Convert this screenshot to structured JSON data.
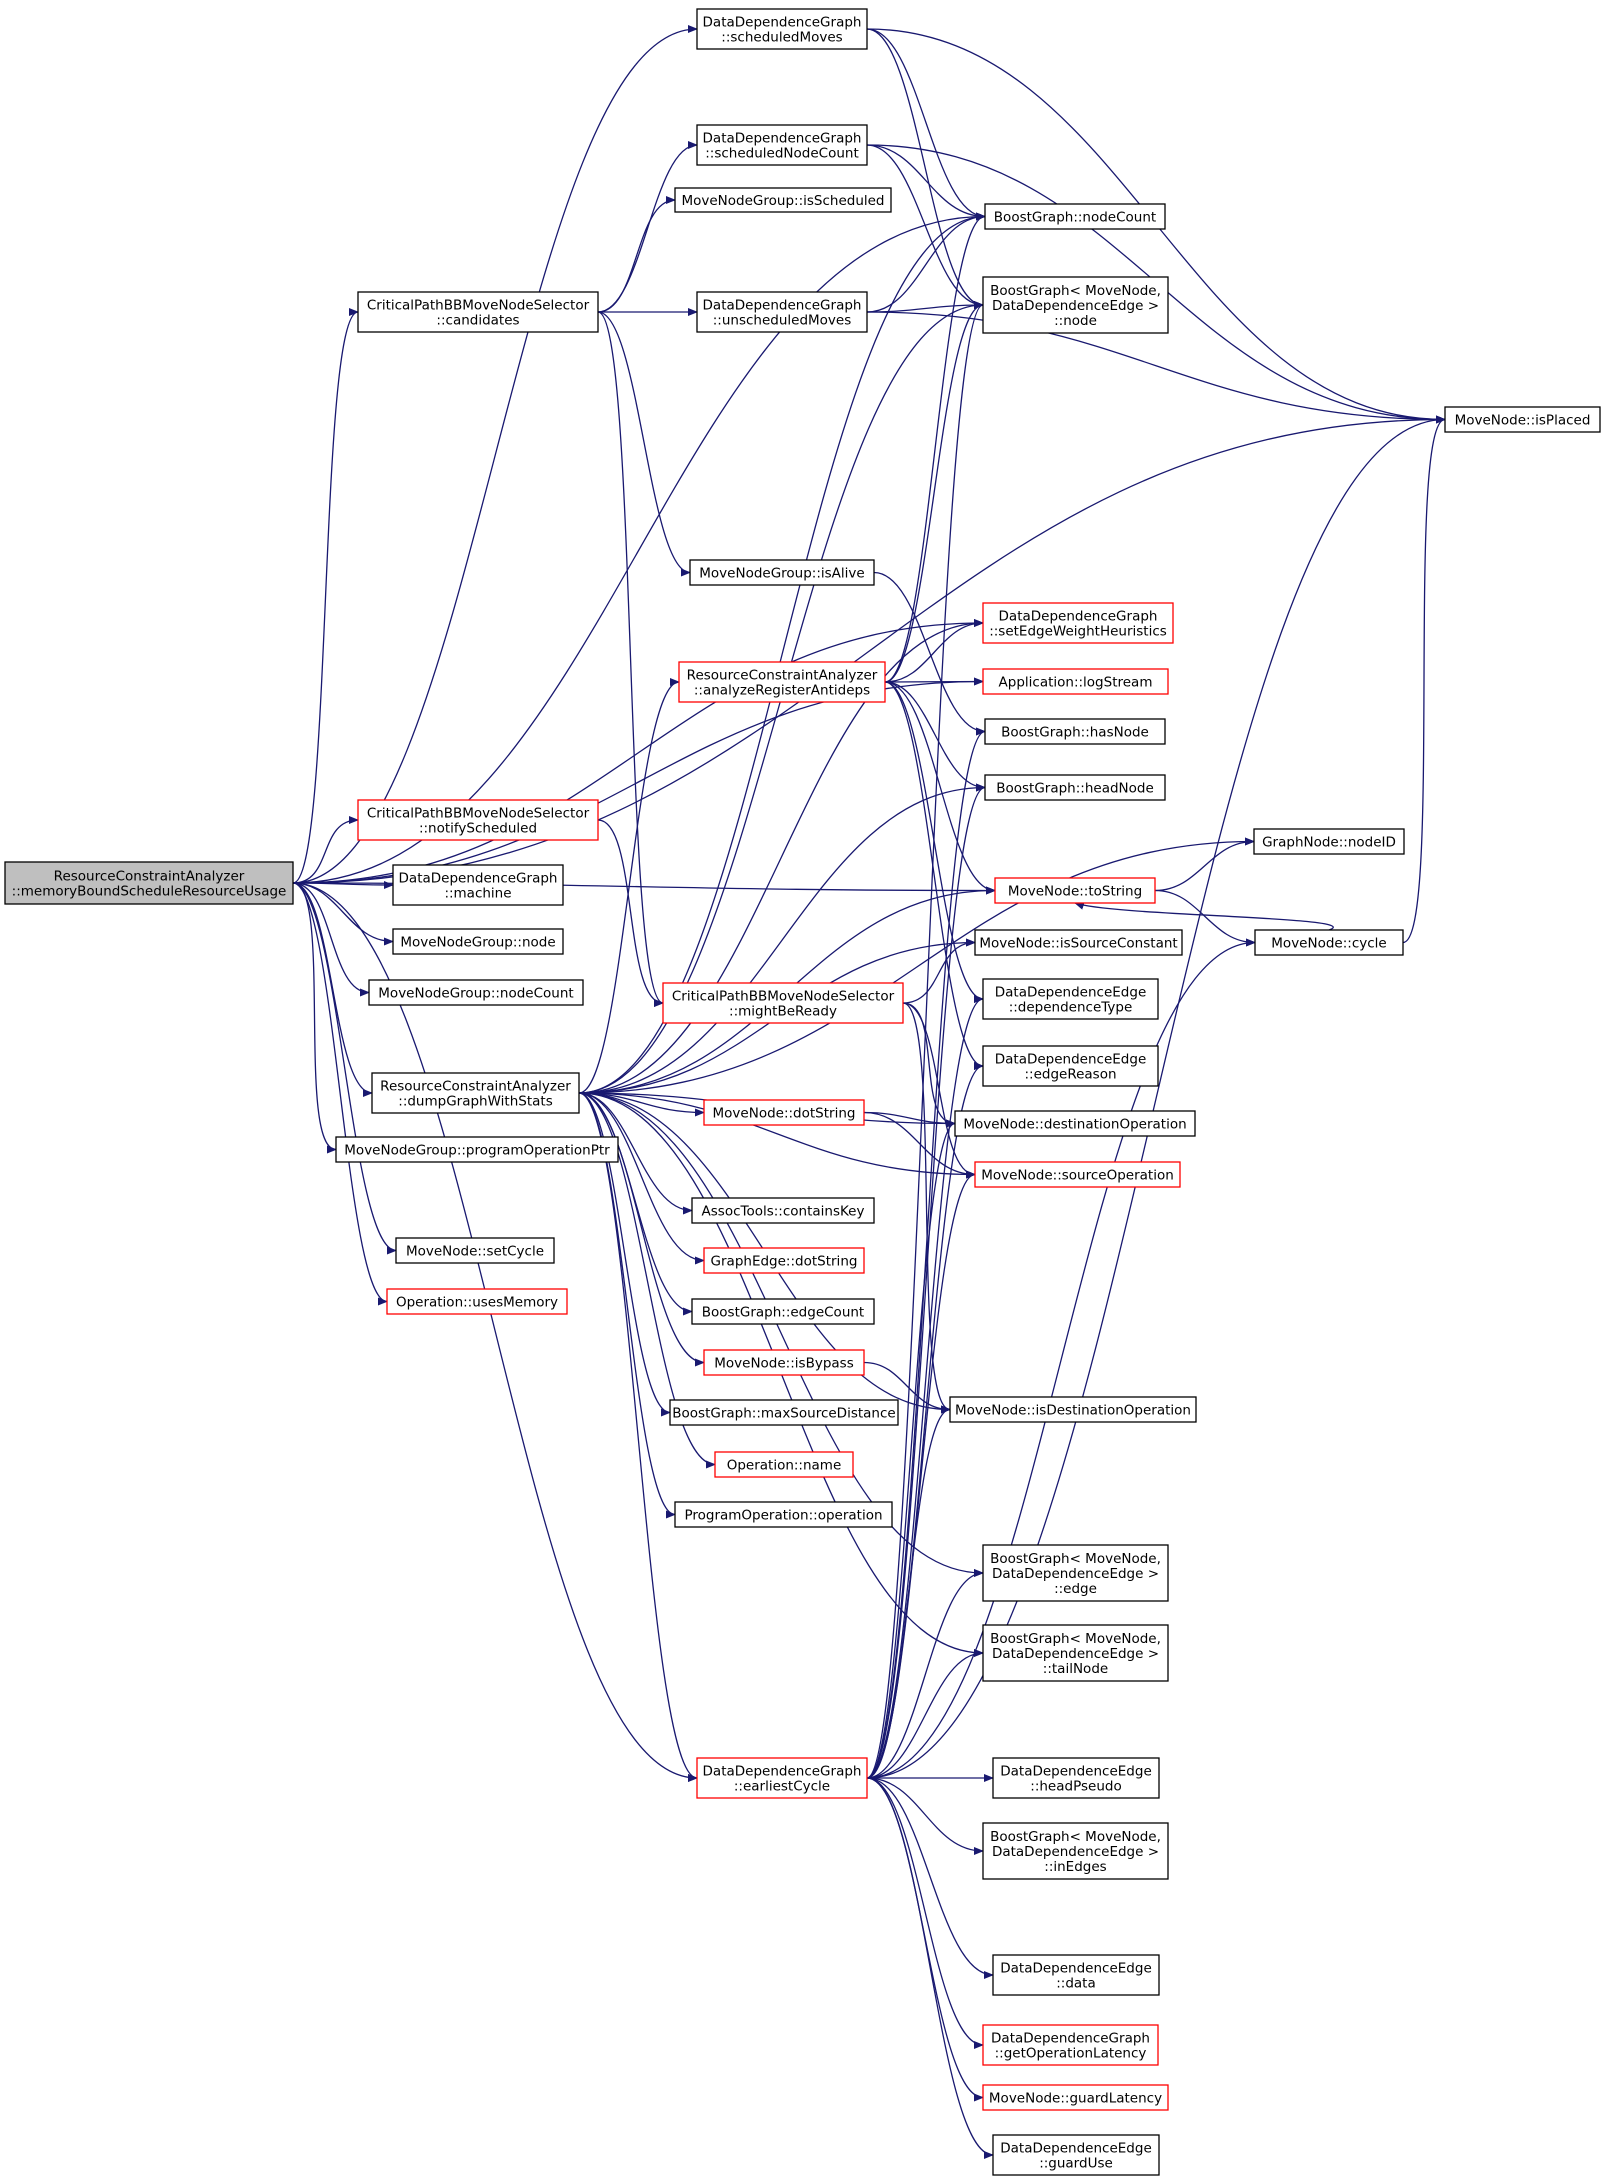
{
  "graph": {
    "root": "ResourceConstraintAnalyzer::memoryBoundScheduleResourceUsage",
    "nodes": [
      {
        "id": "root",
        "lines": [
          "ResourceConstraintAnalyzer",
          "::memoryBoundScheduleResourceUsage"
        ],
        "style": "root"
      },
      {
        "id": "ddg_scheduledMoves",
        "lines": [
          "DataDependenceGraph",
          "::scheduledMoves"
        ],
        "style": "black"
      },
      {
        "id": "ddg_scheduledNodeCount",
        "lines": [
          "DataDependenceGraph",
          "::scheduledNodeCount"
        ],
        "style": "black"
      },
      {
        "id": "mng_isScheduled",
        "lines": [
          "MoveNodeGroup::isScheduled"
        ],
        "style": "black"
      },
      {
        "id": "bg_nodeCount",
        "lines": [
          "BoostGraph::nodeCount"
        ],
        "style": "black"
      },
      {
        "id": "cp_candidates",
        "lines": [
          "CriticalPathBBMoveNodeSelector",
          "::candidates"
        ],
        "style": "black"
      },
      {
        "id": "ddg_unscheduledMoves",
        "lines": [
          "DataDependenceGraph",
          "::unscheduledMoves"
        ],
        "style": "black"
      },
      {
        "id": "bg_node",
        "lines": [
          "BoostGraph< MoveNode,",
          "DataDependenceEdge >",
          "::node"
        ],
        "style": "black"
      },
      {
        "id": "mn_isPlaced",
        "lines": [
          "MoveNode::isPlaced"
        ],
        "style": "black"
      },
      {
        "id": "mng_isAlive",
        "lines": [
          "MoveNodeGroup::isAlive"
        ],
        "style": "black"
      },
      {
        "id": "ddg_setEdgeWeightHeuristics",
        "lines": [
          "DataDependenceGraph",
          "::setEdgeWeightHeuristics"
        ],
        "style": "red"
      },
      {
        "id": "rca_analyzeRegisterAntideps",
        "lines": [
          "ResourceConstraintAnalyzer",
          "::analyzeRegisterAntideps"
        ],
        "style": "red"
      },
      {
        "id": "app_logStream",
        "lines": [
          "Application::logStream"
        ],
        "style": "red"
      },
      {
        "id": "bg_hasNode",
        "lines": [
          "BoostGraph::hasNode"
        ],
        "style": "black"
      },
      {
        "id": "bg_headNode",
        "lines": [
          "BoostGraph::headNode"
        ],
        "style": "black"
      },
      {
        "id": "cp_notifyScheduled",
        "lines": [
          "CriticalPathBBMoveNodeSelector",
          "::notifyScheduled"
        ],
        "style": "red"
      },
      {
        "id": "gn_nodeID",
        "lines": [
          "GraphNode::nodeID"
        ],
        "style": "black"
      },
      {
        "id": "ddg_machine",
        "lines": [
          "DataDependenceGraph",
          "::machine"
        ],
        "style": "black"
      },
      {
        "id": "mn_toString",
        "lines": [
          "MoveNode::toString"
        ],
        "style": "red"
      },
      {
        "id": "mng_node",
        "lines": [
          "MoveNodeGroup::node"
        ],
        "style": "black"
      },
      {
        "id": "mn_isSourceConstant",
        "lines": [
          "MoveNode::isSourceConstant"
        ],
        "style": "black"
      },
      {
        "id": "mn_cycle",
        "lines": [
          "MoveNode::cycle"
        ],
        "style": "black"
      },
      {
        "id": "mng_nodeCount",
        "lines": [
          "MoveNodeGroup::nodeCount"
        ],
        "style": "black"
      },
      {
        "id": "cp_mightBeReady",
        "lines": [
          "CriticalPathBBMoveNodeSelector",
          "::mightBeReady"
        ],
        "style": "red"
      },
      {
        "id": "dde_dependenceType",
        "lines": [
          "DataDependenceEdge",
          "::dependenceType"
        ],
        "style": "black"
      },
      {
        "id": "rca_dumpGraphWithStats",
        "lines": [
          "ResourceConstraintAnalyzer",
          "::dumpGraphWithStats"
        ],
        "style": "black"
      },
      {
        "id": "dde_edgeReason",
        "lines": [
          "DataDependenceEdge",
          "::edgeReason"
        ],
        "style": "black"
      },
      {
        "id": "mn_dotString",
        "lines": [
          "MoveNode::dotString"
        ],
        "style": "red"
      },
      {
        "id": "mn_destinationOperation",
        "lines": [
          "MoveNode::destinationOperation"
        ],
        "style": "black"
      },
      {
        "id": "mng_programOperationPtr",
        "lines": [
          "MoveNodeGroup::programOperationPtr"
        ],
        "style": "black"
      },
      {
        "id": "mn_sourceOperation",
        "lines": [
          "MoveNode::sourceOperation"
        ],
        "style": "red"
      },
      {
        "id": "at_containsKey",
        "lines": [
          "AssocTools::containsKey"
        ],
        "style": "black"
      },
      {
        "id": "mn_setCycle",
        "lines": [
          "MoveNode::setCycle"
        ],
        "style": "black"
      },
      {
        "id": "ge_dotString",
        "lines": [
          "GraphEdge::dotString"
        ],
        "style": "red"
      },
      {
        "id": "op_usesMemory",
        "lines": [
          "Operation::usesMemory"
        ],
        "style": "red"
      },
      {
        "id": "bg_edgeCount",
        "lines": [
          "BoostGraph::edgeCount"
        ],
        "style": "black"
      },
      {
        "id": "mn_isBypass",
        "lines": [
          "MoveNode::isBypass"
        ],
        "style": "red"
      },
      {
        "id": "bg_maxSourceDistance",
        "lines": [
          "BoostGraph::maxSourceDistance"
        ],
        "style": "black"
      },
      {
        "id": "mn_isDestinationOperation",
        "lines": [
          "MoveNode::isDestinationOperation"
        ],
        "style": "black"
      },
      {
        "id": "op_name",
        "lines": [
          "Operation::name"
        ],
        "style": "red"
      },
      {
        "id": "po_operation",
        "lines": [
          "ProgramOperation::operation"
        ],
        "style": "black"
      },
      {
        "id": "bg_edge",
        "lines": [
          "BoostGraph< MoveNode,",
          "DataDependenceEdge >",
          "::edge"
        ],
        "style": "black"
      },
      {
        "id": "bg_tailNode",
        "lines": [
          "BoostGraph< MoveNode,",
          "DataDependenceEdge >",
          "::tailNode"
        ],
        "style": "black"
      },
      {
        "id": "ddg_earliestCycle",
        "lines": [
          "DataDependenceGraph",
          "::earliestCycle"
        ],
        "style": "red"
      },
      {
        "id": "dde_headPseudo",
        "lines": [
          "DataDependenceEdge",
          "::headPseudo"
        ],
        "style": "black"
      },
      {
        "id": "bg_inEdges",
        "lines": [
          "BoostGraph< MoveNode,",
          "DataDependenceEdge >",
          "::inEdges"
        ],
        "style": "black"
      },
      {
        "id": "dde_data",
        "lines": [
          "DataDependenceEdge",
          "::data"
        ],
        "style": "black"
      },
      {
        "id": "ddg_getOperationLatency",
        "lines": [
          "DataDependenceGraph",
          "::getOperationLatency"
        ],
        "style": "red"
      },
      {
        "id": "mn_guardLatency",
        "lines": [
          "MoveNode::guardLatency"
        ],
        "style": "red"
      },
      {
        "id": "dde_guardUse",
        "lines": [
          "DataDependenceEdge",
          "::guardUse"
        ],
        "style": "black"
      }
    ],
    "edges": [
      [
        "root",
        "ddg_scheduledMoves"
      ],
      [
        "root",
        "bg_nodeCount"
      ],
      [
        "root",
        "cp_candidates"
      ],
      [
        "root",
        "mn_isPlaced"
      ],
      [
        "root",
        "ddg_setEdgeWeightHeuristics"
      ],
      [
        "root",
        "app_logStream"
      ],
      [
        "root",
        "mn_toString"
      ],
      [
        "root",
        "cp_notifyScheduled"
      ],
      [
        "root",
        "ddg_machine"
      ],
      [
        "root",
        "mng_node"
      ],
      [
        "root",
        "mng_nodeCount"
      ],
      [
        "root",
        "rca_dumpGraphWithStats"
      ],
      [
        "root",
        "mng_programOperationPtr"
      ],
      [
        "root",
        "mn_setCycle"
      ],
      [
        "root",
        "op_usesMemory"
      ],
      [
        "root",
        "ddg_earliestCycle"
      ],
      [
        "ddg_scheduledMoves",
        "bg_nodeCount"
      ],
      [
        "ddg_scheduledMoves",
        "bg_node"
      ],
      [
        "ddg_scheduledMoves",
        "mn_isPlaced"
      ],
      [
        "ddg_scheduledNodeCount",
        "bg_nodeCount"
      ],
      [
        "ddg_scheduledNodeCount",
        "bg_node"
      ],
      [
        "ddg_scheduledNodeCount",
        "mn_isPlaced"
      ],
      [
        "cp_candidates",
        "ddg_scheduledNodeCount"
      ],
      [
        "cp_candidates",
        "mng_isScheduled"
      ],
      [
        "cp_candidates",
        "ddg_unscheduledMoves"
      ],
      [
        "cp_candidates",
        "mng_isAlive"
      ],
      [
        "cp_candidates",
        "cp_mightBeReady"
      ],
      [
        "ddg_unscheduledMoves",
        "bg_nodeCount"
      ],
      [
        "ddg_unscheduledMoves",
        "bg_node"
      ],
      [
        "ddg_unscheduledMoves",
        "mn_isPlaced"
      ],
      [
        "mng_isAlive",
        "bg_hasNode"
      ],
      [
        "rca_analyzeRegisterAntideps",
        "bg_nodeCount"
      ],
      [
        "rca_analyzeRegisterAntideps",
        "bg_node"
      ],
      [
        "rca_analyzeRegisterAntideps",
        "ddg_setEdgeWeightHeuristics"
      ],
      [
        "rca_analyzeRegisterAntideps",
        "app_logStream"
      ],
      [
        "rca_analyzeRegisterAntideps",
        "bg_headNode"
      ],
      [
        "rca_analyzeRegisterAntideps",
        "mn_toString"
      ],
      [
        "rca_analyzeRegisterAntideps",
        "dde_dependenceType"
      ],
      [
        "rca_analyzeRegisterAntideps",
        "dde_edgeReason"
      ],
      [
        "cp_notifyScheduled",
        "cp_mightBeReady"
      ],
      [
        "mn_toString",
        "gn_nodeID"
      ],
      [
        "mn_toString",
        "mn_cycle"
      ],
      [
        "mn_cycle",
        "mn_isPlaced"
      ],
      [
        "mn_cycle",
        "mn_toString"
      ],
      [
        "cp_mightBeReady",
        "mn_isSourceConstant"
      ],
      [
        "cp_mightBeReady",
        "mn_destinationOperation"
      ],
      [
        "cp_mightBeReady",
        "mn_sourceOperation"
      ],
      [
        "cp_mightBeReady",
        "mn_isDestinationOperation"
      ],
      [
        "rca_dumpGraphWithStats",
        "bg_nodeCount"
      ],
      [
        "rca_dumpGraphWithStats",
        "bg_node"
      ],
      [
        "rca_dumpGraphWithStats",
        "ddg_setEdgeWeightHeuristics"
      ],
      [
        "rca_dumpGraphWithStats",
        "rca_analyzeRegisterAntideps"
      ],
      [
        "rca_dumpGraphWithStats",
        "bg_headNode"
      ],
      [
        "rca_dumpGraphWithStats",
        "gn_nodeID"
      ],
      [
        "rca_dumpGraphWithStats",
        "mn_toString"
      ],
      [
        "rca_dumpGraphWithStats",
        "mn_isSourceConstant"
      ],
      [
        "rca_dumpGraphWithStats",
        "mn_dotString"
      ],
      [
        "rca_dumpGraphWithStats",
        "mn_destinationOperation"
      ],
      [
        "rca_dumpGraphWithStats",
        "mn_sourceOperation"
      ],
      [
        "rca_dumpGraphWithStats",
        "at_containsKey"
      ],
      [
        "rca_dumpGraphWithStats",
        "ge_dotString"
      ],
      [
        "rca_dumpGraphWithStats",
        "bg_edgeCount"
      ],
      [
        "rca_dumpGraphWithStats",
        "mn_isBypass"
      ],
      [
        "rca_dumpGraphWithStats",
        "bg_maxSourceDistance"
      ],
      [
        "rca_dumpGraphWithStats",
        "mn_isDestinationOperation"
      ],
      [
        "rca_dumpGraphWithStats",
        "op_name"
      ],
      [
        "rca_dumpGraphWithStats",
        "po_operation"
      ],
      [
        "rca_dumpGraphWithStats",
        "bg_edge"
      ],
      [
        "rca_dumpGraphWithStats",
        "bg_tailNode"
      ],
      [
        "rca_dumpGraphWithStats",
        "ddg_earliestCycle"
      ],
      [
        "mn_dotString",
        "mn_destinationOperation"
      ],
      [
        "mn_dotString",
        "mn_sourceOperation"
      ],
      [
        "mn_isBypass",
        "mn_isDestinationOperation"
      ],
      [
        "ddg_earliestCycle",
        "bg_node"
      ],
      [
        "ddg_earliestCycle",
        "bg_hasNode"
      ],
      [
        "ddg_earliestCycle",
        "bg_headNode"
      ],
      [
        "ddg_earliestCycle",
        "mn_isPlaced"
      ],
      [
        "ddg_earliestCycle",
        "mn_cycle"
      ],
      [
        "ddg_earliestCycle",
        "dde_dependenceType"
      ],
      [
        "ddg_earliestCycle",
        "dde_edgeReason"
      ],
      [
        "ddg_earliestCycle",
        "mn_destinationOperation"
      ],
      [
        "ddg_earliestCycle",
        "mn_sourceOperation"
      ],
      [
        "ddg_earliestCycle",
        "mn_isDestinationOperation"
      ],
      [
        "ddg_earliestCycle",
        "bg_edge"
      ],
      [
        "ddg_earliestCycle",
        "bg_tailNode"
      ],
      [
        "ddg_earliestCycle",
        "dde_headPseudo"
      ],
      [
        "ddg_earliestCycle",
        "bg_inEdges"
      ],
      [
        "ddg_earliestCycle",
        "dde_data"
      ],
      [
        "ddg_earliestCycle",
        "ddg_getOperationLatency"
      ],
      [
        "ddg_earliestCycle",
        "mn_guardLatency"
      ],
      [
        "ddg_earliestCycle",
        "dde_guardUse"
      ]
    ]
  },
  "colors": {
    "edge": "#191970",
    "node_border": "#000000",
    "node_border_incomplete": "#ff0000",
    "root_fill": "#bfbfbf",
    "background": "#ffffff"
  }
}
